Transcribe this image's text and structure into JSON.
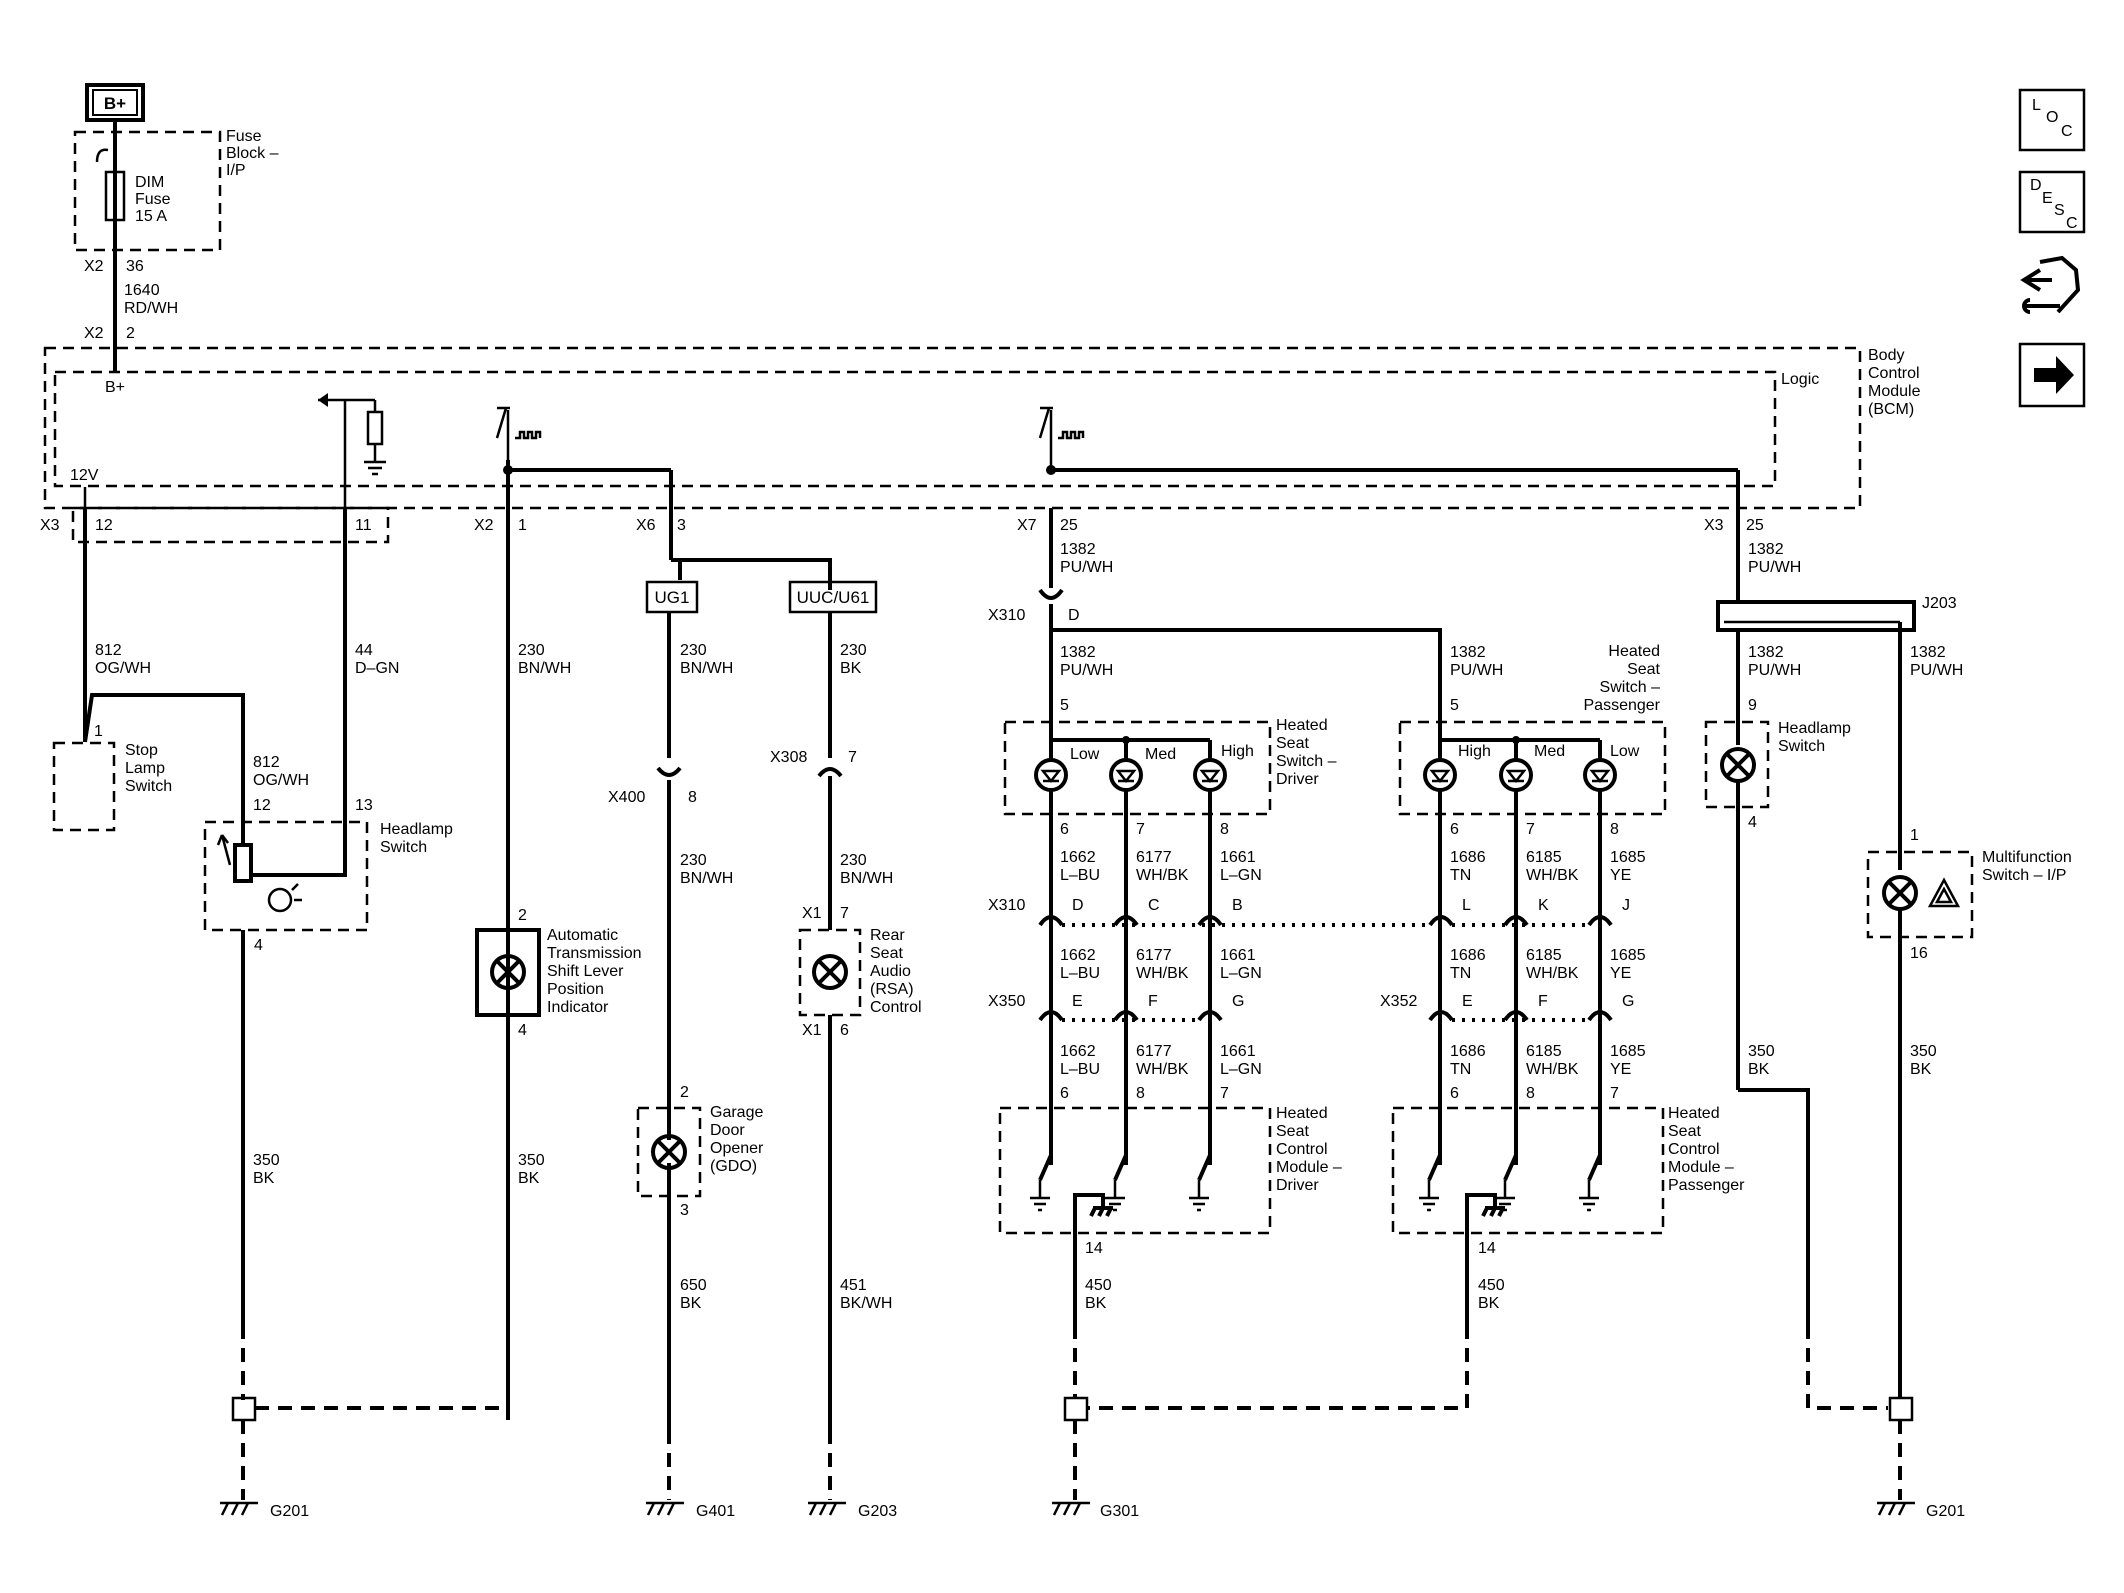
{
  "supply": {
    "label": "B+"
  },
  "fuse_block": {
    "name": [
      "Fuse",
      "Block –",
      "I/P"
    ],
    "fuse": [
      "DIM",
      "Fuse",
      "15 A"
    ]
  },
  "supply_feed": {
    "conn_top": "X2",
    "pin_top": "36",
    "circuit": "1640",
    "color": "RD/WH",
    "conn_bot": "X2",
    "pin_bot": "2"
  },
  "bcm": {
    "name": [
      "Body",
      "Control",
      "Module",
      "(BCM)"
    ],
    "logic": "Logic",
    "bplus": "B+",
    "v12": "12V"
  },
  "stop_lamp_branch": {
    "conn": "X3",
    "pin_a": "12",
    "pin_b": "11",
    "c1": "812",
    "c1_color": "OG/WH",
    "c2": "44",
    "c2_color": "D–GN",
    "stop_pin": "1",
    "stop_label": [
      "Stop",
      "Lamp",
      "Switch"
    ],
    "hl_c": "812",
    "hl_c_color": "OG/WH",
    "hl_pin_a": "12",
    "hl_pin_b": "13",
    "hl_pin_c": "4",
    "hl_label": [
      "Headlamp",
      "Switch"
    ],
    "gnd_c": "350",
    "gnd_color": "BK"
  },
  "trans_branch": {
    "conn": "X2",
    "pin": "1",
    "c": "230",
    "c_color": "BN/WH",
    "pin_top": "2",
    "pin_bot": "4",
    "label": [
      "Automatic",
      "Transmission",
      "Shift Lever",
      "Position",
      "Indicator"
    ],
    "gnd_c": "350",
    "gnd_color": "BK"
  },
  "gdo_branch": {
    "conn": "X6",
    "pin": "3",
    "option": "UG1",
    "c": "230",
    "c_color": "BN/WH",
    "inline": "X400",
    "inline_pin": "8",
    "c2": "230",
    "c2_color": "BN/WH",
    "pin_top": "2",
    "pin_bot": "3",
    "label": [
      "Garage",
      "Door",
      "Opener",
      "(GDO)"
    ],
    "gnd_c": "650",
    "gnd_color": "BK"
  },
  "rsa_branch": {
    "option": "UUC/U61",
    "c": "230",
    "c_color": "BK",
    "inline": "X308",
    "inline_pin": "7",
    "c2": "230",
    "c2_color": "BN/WH",
    "conn_a": "X1",
    "pin_a": "7",
    "conn_b": "X1",
    "pin_b": "6",
    "label": [
      "Rear",
      "Seat",
      "Audio",
      "(RSA)",
      "Control"
    ],
    "gnd_c": "451",
    "gnd_color": "BK/WH"
  },
  "heated_seat": {
    "conn": "X7",
    "pin": "25",
    "c": "1382",
    "c_color": "PU/WH",
    "inline": "X310",
    "inline_pin": "D",
    "driver": {
      "feed_c": "1382",
      "feed_color": "PU/WH",
      "feed_pin": "5",
      "label": [
        "Heated",
        "Seat",
        "Switch –",
        "Driver"
      ],
      "leds": [
        "Low",
        "Med",
        "High"
      ],
      "pins": [
        "6",
        "7",
        "8"
      ],
      "wires": [
        [
          "1662",
          "L–BU"
        ],
        [
          "6177",
          "WH/BK"
        ],
        [
          "1661",
          "L–GN"
        ]
      ],
      "x310": "X310",
      "x310_pins": [
        "D",
        "C",
        "B"
      ],
      "x350": "X350",
      "x350_pins": [
        "E",
        "F",
        "G"
      ],
      "mod_pins": [
        "6",
        "8",
        "7"
      ],
      "mod_label": [
        "Heated",
        "Seat",
        "Control",
        "Module –",
        "Driver"
      ],
      "gnd_pin": "14",
      "gnd_c": "450",
      "gnd_color": "BK"
    },
    "passenger": {
      "feed_c": "1382",
      "feed_color": "PU/WH",
      "feed_pin": "5",
      "label": [
        "Heated",
        "Seat",
        "Switch –",
        "Passenger"
      ],
      "leds": [
        "High",
        "Med",
        "Low"
      ],
      "pins": [
        "6",
        "7",
        "8"
      ],
      "wires": [
        [
          "1686",
          "TN"
        ],
        [
          "6185",
          "WH/BK"
        ],
        [
          "1685",
          "YE"
        ]
      ],
      "x310_pins": [
        "L",
        "K",
        "J"
      ],
      "x352": "X352",
      "x352_pins": [
        "E",
        "F",
        "G"
      ],
      "mod_pins": [
        "6",
        "8",
        "7"
      ],
      "mod_label": [
        "Heated",
        "Seat",
        "Control",
        "Module –",
        "Passenger"
      ],
      "gnd_pin": "14",
      "gnd_c": "450",
      "gnd_color": "BK"
    }
  },
  "right_branch": {
    "conn": "X3",
    "pin": "25",
    "c": "1382",
    "c_color": "PU/WH",
    "splice": "J203",
    "c_a": "1382",
    "c_a_color": "PU/WH",
    "c_b": "1382",
    "c_b_color": "PU/WH",
    "hl_pin_top": "9",
    "hl_pin_bot": "4",
    "hl_label": [
      "Headlamp",
      "Switch"
    ],
    "mf_pin_top": "1",
    "mf_pin_bot": "16",
    "mf_label": [
      "Multifunction",
      "Switch – I/P"
    ],
    "gnd_a": "350",
    "gnd_a_color": "BK",
    "gnd_b": "350",
    "gnd_b_color": "BK"
  },
  "grounds": [
    "G201",
    "G401",
    "G203",
    "G301",
    "G201"
  ],
  "side_icons": {
    "loc": [
      "L",
      "O",
      "C"
    ],
    "desc": [
      "D",
      "E",
      "S",
      "C"
    ],
    "icons": [
      "harness-icon",
      "next-arrow-icon"
    ]
  }
}
